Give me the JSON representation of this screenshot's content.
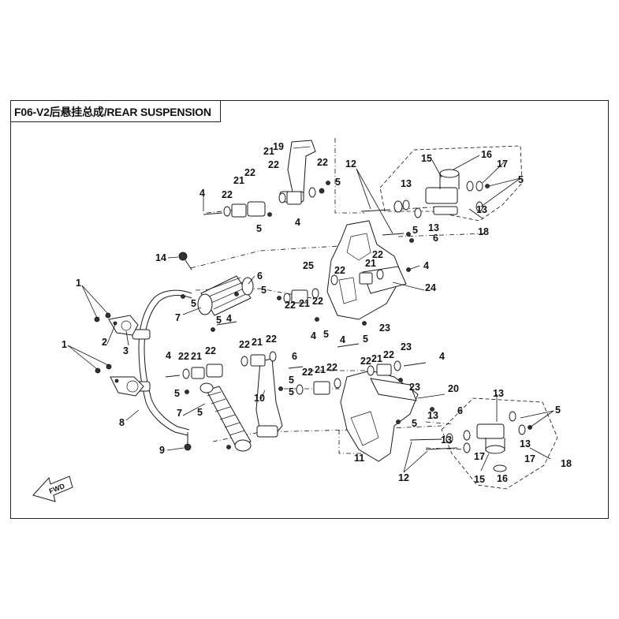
{
  "title": "F06-V2后悬挂总成/REAR SUSPENSION",
  "fwd_label": "FWD",
  "callouts": [
    {
      "label": "19"
    },
    {
      "label": "21"
    },
    {
      "label": "22"
    },
    {
      "label": "21"
    },
    {
      "label": "22"
    },
    {
      "label": "22"
    },
    {
      "label": "4"
    },
    {
      "label": "22"
    },
    {
      "label": "5"
    },
    {
      "label": "4"
    },
    {
      "label": "5"
    },
    {
      "label": "12"
    },
    {
      "label": "13"
    },
    {
      "label": "5"
    },
    {
      "label": "13"
    },
    {
      "label": "6"
    },
    {
      "label": "15"
    },
    {
      "label": "16"
    },
    {
      "label": "17"
    },
    {
      "label": "13"
    },
    {
      "label": "5"
    },
    {
      "label": "18"
    },
    {
      "label": "14"
    },
    {
      "label": "25"
    },
    {
      "label": "22"
    },
    {
      "label": "21"
    },
    {
      "label": "22"
    },
    {
      "label": "4"
    },
    {
      "label": "24"
    },
    {
      "label": "6"
    },
    {
      "label": "5"
    },
    {
      "label": "22"
    },
    {
      "label": "21"
    },
    {
      "label": "22"
    },
    {
      "label": "7"
    },
    {
      "label": "1"
    },
    {
      "label": "5"
    },
    {
      "label": "2"
    },
    {
      "label": "3"
    },
    {
      "label": "4"
    },
    {
      "label": "5"
    },
    {
      "label": "4"
    },
    {
      "label": "5"
    },
    {
      "label": "23"
    },
    {
      "label": "1"
    },
    {
      "label": "4"
    },
    {
      "label": "22"
    },
    {
      "label": "21"
    },
    {
      "label": "22"
    },
    {
      "label": "22"
    },
    {
      "label": "21"
    },
    {
      "label": "22"
    },
    {
      "label": "6"
    },
    {
      "label": "4"
    },
    {
      "label": "5"
    },
    {
      "label": "22"
    },
    {
      "label": "21"
    },
    {
      "label": "22"
    },
    {
      "label": "5"
    },
    {
      "label": "23"
    },
    {
      "label": "4"
    },
    {
      "label": "22"
    },
    {
      "label": "21"
    },
    {
      "label": "22"
    },
    {
      "label": "5"
    },
    {
      "label": "23"
    },
    {
      "label": "20"
    },
    {
      "label": "5"
    },
    {
      "label": "7"
    },
    {
      "label": "5"
    },
    {
      "label": "10"
    },
    {
      "label": "8"
    },
    {
      "label": "13"
    },
    {
      "label": "6"
    },
    {
      "label": "13"
    },
    {
      "label": "5"
    },
    {
      "label": "5"
    },
    {
      "label": "9"
    },
    {
      "label": "11"
    },
    {
      "label": "13"
    },
    {
      "label": "17"
    },
    {
      "label": "13"
    },
    {
      "label": "17"
    },
    {
      "label": "18"
    },
    {
      "label": "12"
    },
    {
      "label": "15"
    },
    {
      "label": "16"
    }
  ]
}
